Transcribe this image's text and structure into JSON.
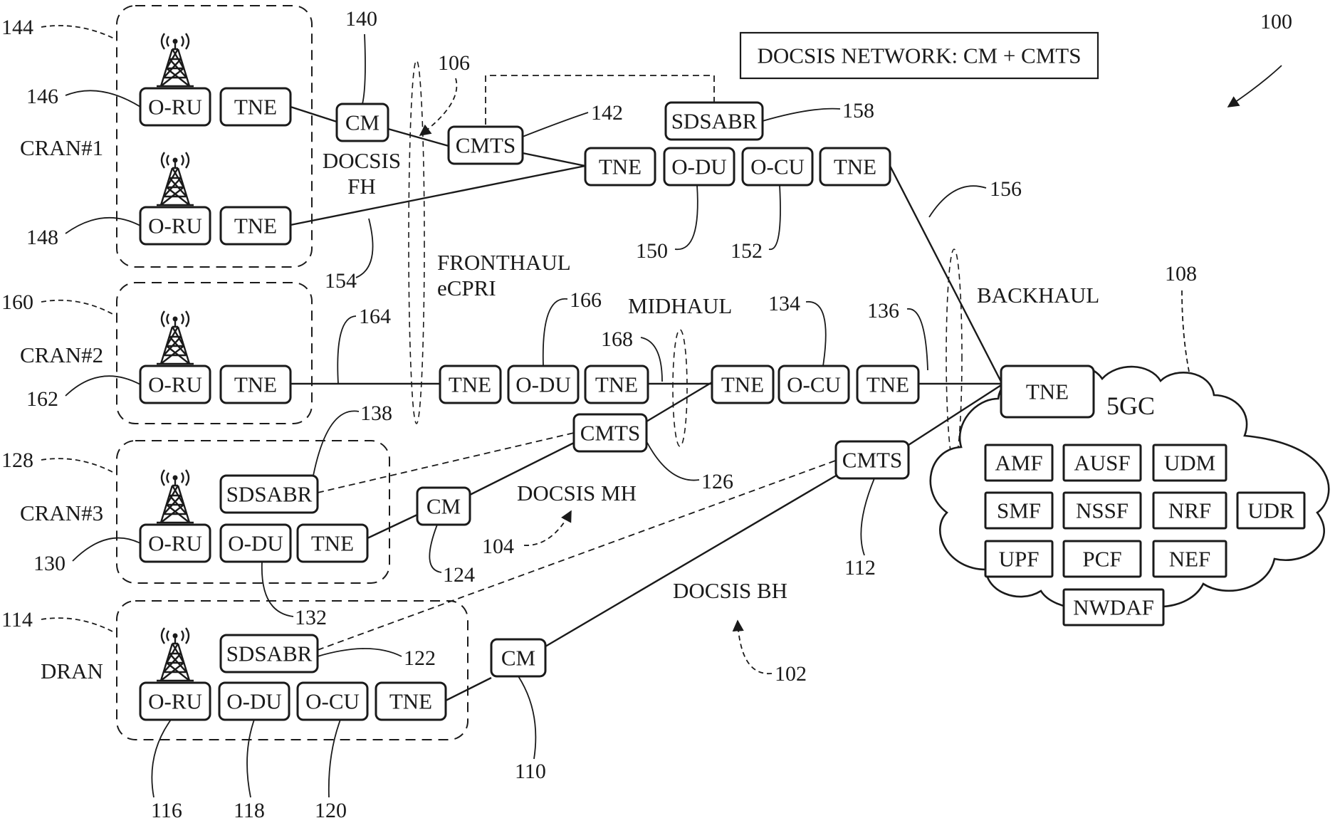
{
  "title_box": "DOCSIS NETWORK: CM + CMTS",
  "labels": {
    "cran1": "CRAN#1",
    "cran2": "CRAN#2",
    "cran3": "CRAN#3",
    "dran": "DRAN",
    "docsis_fh_1": "DOCSIS",
    "docsis_fh_2": "FH",
    "fronthaul_1": "FRONTHAUL",
    "fronthaul_2": "eCPRI",
    "midhaul": "MIDHAUL",
    "backhaul": "BACKHAUL",
    "docsis_mh": "DOCSIS MH",
    "docsis_bh": "DOCSIS BH",
    "core": "5GC"
  },
  "nodes": {
    "oru": "O-RU",
    "tne": "TNE",
    "cm": "CM",
    "cmts": "CMTS",
    "sdsabr": "SDSABR",
    "odu": "O-DU",
    "ocu": "O-CU"
  },
  "core_functions": [
    "AMF",
    "AUSF",
    "UDM",
    "SMF",
    "NSSF",
    "NRF",
    "UDR",
    "UPF",
    "PCF",
    "NEF",
    "NWDAF"
  ],
  "refs": {
    "r100": "100",
    "r102": "102",
    "r104": "104",
    "r106": "106",
    "r108": "108",
    "r110": "110",
    "r112": "112",
    "r114": "114",
    "r116": "116",
    "r118": "118",
    "r120": "120",
    "r122": "122",
    "r124": "124",
    "r126": "126",
    "r128": "128",
    "r130": "130",
    "r132": "132",
    "r134": "134",
    "r136": "136",
    "r138": "138",
    "r140": "140",
    "r142": "142",
    "r144": "144",
    "r146": "146",
    "r148": "148",
    "r150": "150",
    "r152": "152",
    "r154": "154",
    "r156": "156",
    "r158": "158",
    "r160": "160",
    "r162": "162",
    "r164": "164",
    "r166": "166",
    "r168": "168"
  }
}
